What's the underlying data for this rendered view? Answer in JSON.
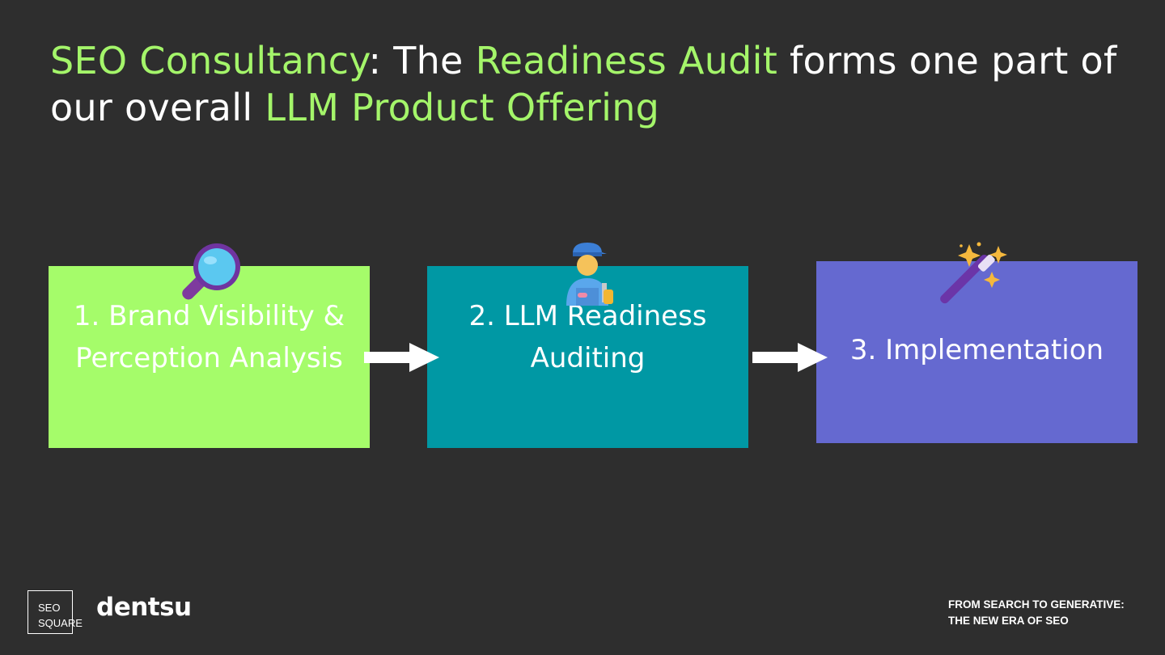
{
  "title": {
    "part1": "SEO Consultancy",
    "part2": ": The ",
    "part3": "Readiness Audit",
    "part4": " forms one part of our overall ",
    "part5": "LLM Product Offering"
  },
  "steps": [
    {
      "label": "1. Brand Visibility &\nPerception Analysis",
      "icon": "magnifying-glass-icon",
      "color": "#a5fc6a"
    },
    {
      "label": "2. LLM Readiness\nAuditing",
      "icon": "mechanic-icon",
      "color": "#0098a4"
    },
    {
      "label": "3. Implementation",
      "icon": "magic-wand-icon",
      "color": "#6569d0"
    }
  ],
  "colors": {
    "accent": "#a4f56a",
    "background": "#2e2e2e"
  },
  "footer": {
    "logo_text": "SEO\nSQUARE",
    "brand": "dentsu",
    "tagline": "FROM SEARCH TO GENERATIVE:\nTHE NEW ERA OF SEO"
  }
}
